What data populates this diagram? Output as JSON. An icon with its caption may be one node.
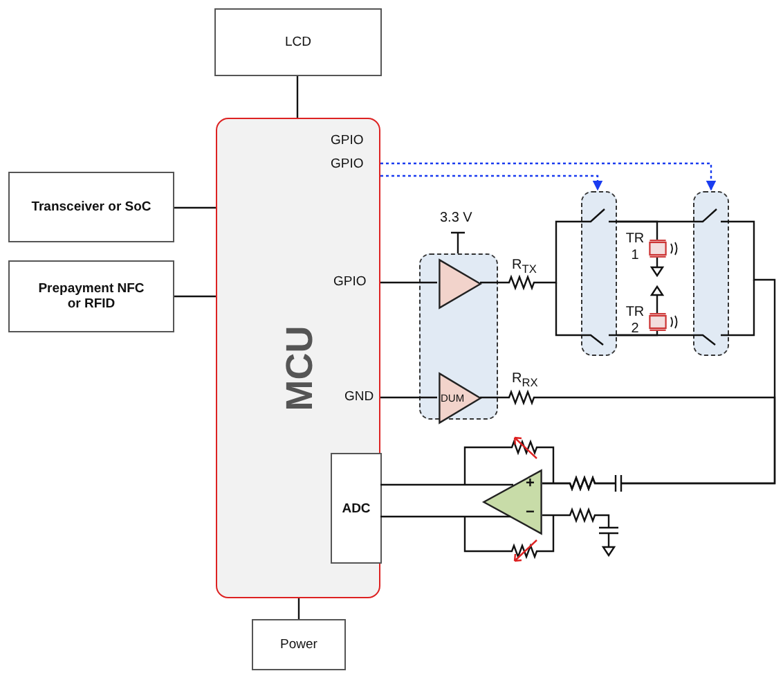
{
  "diagram": {
    "nodes": [
      {
        "text": [
          "LCD"
        ]
      },
      {
        "text": [
          "GPIO",
          "GPIO",
          "GPIO",
          "MCU",
          "GND"
        ]
      },
      {
        "text": [
          "ADC"
        ],
        "in": 1
      },
      {
        "text": [
          "Transceiver or SoC"
        ]
      },
      {
        "text": [
          "Prepayment NFC or RFID"
        ]
      },
      {
        "text": [
          "Power"
        ]
      },
      {
        "text": [],
        "shape": "box"
      },
      {
        "text": [],
        "shape": "triangle",
        "in": 6
      },
      {
        "text": [
          "DUM"
        ],
        "in": 6
      },
      {
        "text": [],
        "shape": "box"
      },
      {
        "text": [],
        "shape": "box"
      },
      {
        "text": [],
        "shape": "transducer",
        "beside": [
          "TR 1"
        ]
      },
      {
        "text": [],
        "shape": "transducer",
        "beside": [
          "TR 2"
        ]
      },
      {
        "text": [
          "+",
          "−"
        ]
      }
    ],
    "edges": [
      {
        "from": 0,
        "to": 1,
        "arrow": "none"
      },
      {
        "from": 3,
        "to": 1,
        "arrow": "none"
      },
      {
        "from": 4,
        "to": 1,
        "arrow": "none"
      },
      {
        "from": 1,
        "to": 5,
        "arrow": "none"
      },
      {
        "from": 1,
        "to": 7,
        "arrow": "none"
      },
      {
        "from": 1,
        "to": 8,
        "arrow": "none"
      },
      {
        "from": 1,
        "to": 9,
        "arrow": "to",
        "style": "dashed",
        "color": "#1a3cf0"
      },
      {
        "from": 1,
        "to": 10,
        "arrow": "to",
        "style": "dashed",
        "color": "#1a3cf0"
      },
      {
        "from": 7,
        "to": 9,
        "arrow": "none"
      },
      {
        "from": 9,
        "to": 10,
        "arrow": "none"
      },
      {
        "from": 9,
        "to": 10,
        "arrow": "none"
      },
      {
        "from": 11,
        "to": 9,
        "arrow": "none"
      },
      {
        "from": 12,
        "to": 9,
        "arrow": "none"
      },
      {
        "from": 10,
        "to": 13,
        "arrow": "none"
      },
      {
        "from": 8,
        "to": 13,
        "arrow": "none"
      },
      {
        "from": 2,
        "to": 13,
        "arrow": "none"
      },
      {
        "from": 2,
        "to": 13,
        "arrow": "none"
      }
    ],
    "labels": [
      "3.3 V",
      "R$_{TX}$",
      "R$_{RX}$"
    ]
  }
}
